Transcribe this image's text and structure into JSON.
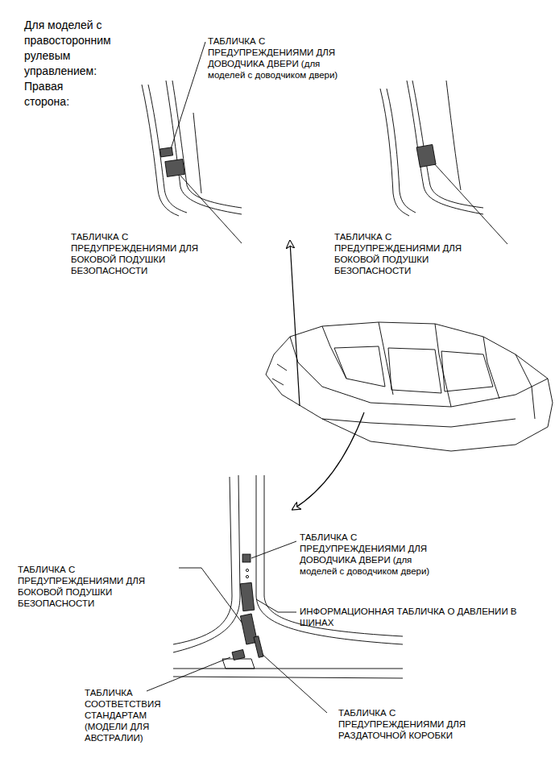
{
  "diagram": {
    "labels": [
      "Для моделей с правосторонним рулевым управлением:",
      "Правая сторона:",
      "ТАБЛИЧКА С ПРЕДУПРЕЖДЕНИЯМИ ДЛЯ ДОВОДЧИКА ДВЕРИ (для моделей с доводчиком двери)",
      "ТАБЛИЧКА С ПРЕДУПРЕЖДЕНИЯМИ ДЛЯ БОКОВОЙ ПОДУШКИ БЕЗОПАСНОСТИ",
      "ТАБЛИЧКА С ПРЕДУПРЕЖДЕНИЯМИ ДЛЯ БОКОВОЙ ПОДУШКИ БЕЗОПАСНОСТИ",
      "ТАБЛИЧКА С ПРЕДУПРЕЖДЕНИЯМИ ДЛЯ ДОВОДЧИКА ДВЕРИ (для моделей с доводчиком двери)",
      "ИНФОРМАЦИОННАЯ ТАБЛИЧКА О ДАВЛЕНИИ В ШИНАХ",
      "ТАБЛИЧКА С ПРЕДУПРЕЖДЕНИЯМИ ДЛЯ БОКОВОЙ ПОДУШКИ БЕЗОПАСНОСТИ",
      "ТАБЛИЧКА СООТВЕТСТВИЯ СТАНДАРТАМ (МОДЕЛИ ДЛЯ АВСТРАЛИИ)",
      "ТАБЛИЧКА С ПРЕДУПРЕЖДЕНИЯМИ ДЛЯ РАЗДАТОЧНОЙ КОРОБКИ"
    ]
  }
}
